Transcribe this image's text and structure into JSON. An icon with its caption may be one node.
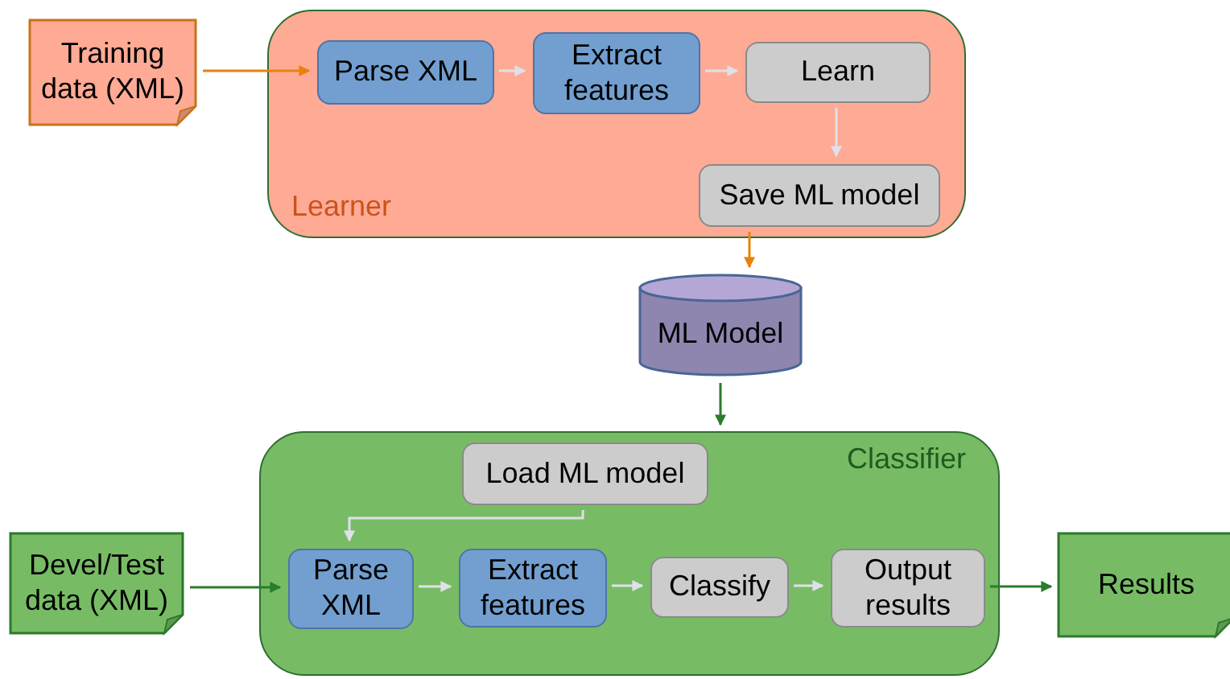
{
  "diagram": {
    "nodes": [
      {
        "text": [
          "Training data (XML)"
        ]
      },
      {
        "text": [
          "Learner"
        ]
      },
      {
        "text": [
          "Parse XML"
        ],
        "in": 1
      },
      {
        "text": [
          "Extract features"
        ],
        "in": 1
      },
      {
        "text": [
          "Learn"
        ],
        "in": 1
      },
      {
        "text": [
          "Save ML model"
        ],
        "in": 1
      },
      {
        "text": [
          "ML Model"
        ]
      },
      {
        "text": [
          "Classifier"
        ]
      },
      {
        "text": [
          "Load ML model"
        ],
        "in": 7
      },
      {
        "text": [
          "Parse XML"
        ],
        "in": 7
      },
      {
        "text": [
          "Extract features"
        ],
        "in": 7
      },
      {
        "text": [
          "Classify"
        ],
        "in": 7
      },
      {
        "text": [
          "Output results"
        ],
        "in": 7
      },
      {
        "text": [
          "Devel/Test data (XML)"
        ]
      },
      {
        "text": [
          "Results"
        ]
      }
    ],
    "edges": [
      {
        "from": 0,
        "to": 2,
        "arrow": "to",
        "color": "#e8820c"
      },
      {
        "from": 2,
        "to": 3,
        "arrow": "to"
      },
      {
        "from": 3,
        "to": 4,
        "arrow": "to"
      },
      {
        "from": 4,
        "to": 5,
        "arrow": "to"
      },
      {
        "from": 5,
        "to": 6,
        "arrow": "to",
        "color": "#e8820c"
      },
      {
        "from": 6,
        "to": 7,
        "arrow": "to",
        "color": "#2a7d2a"
      },
      {
        "from": 8,
        "to": 9,
        "arrow": "to"
      },
      {
        "from": 9,
        "to": 10,
        "arrow": "to"
      },
      {
        "from": 10,
        "to": 11,
        "arrow": "to"
      },
      {
        "from": 11,
        "to": 12,
        "arrow": "to"
      },
      {
        "from": 13,
        "to": 9,
        "arrow": "to",
        "color": "#2a7d2a"
      },
      {
        "from": 12,
        "to": 14,
        "arrow": "to",
        "color": "#2a7d2a"
      }
    ]
  }
}
